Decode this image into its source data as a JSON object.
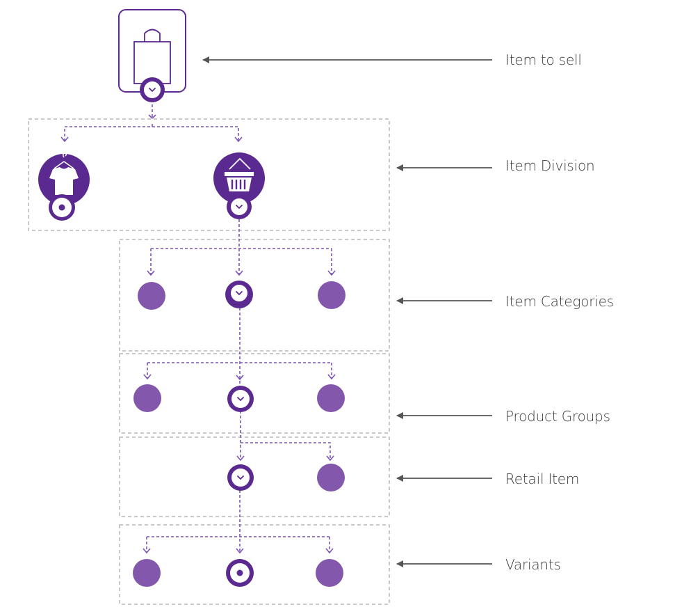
{
  "diagram": {
    "colors": {
      "primary": "#5b2a91",
      "node_fill": "#8257ac",
      "connector": "#7d55b2",
      "box_border": "#b7b7b7",
      "arrow": "#555555",
      "text": "#3a3a3a"
    },
    "levels": [
      {
        "label": "Item to sell"
      },
      {
        "label": "Item Division"
      },
      {
        "label": "Item Categories"
      },
      {
        "label": "Product Groups"
      },
      {
        "label": "Retail Item"
      },
      {
        "label": "Variants"
      }
    ],
    "icons": {
      "item": "shopping-bag-icon",
      "division_apparel": "tshirt-hanger-icon",
      "division_grocery": "basket-icon",
      "expand": "chevron-down-icon",
      "selected": "radio-selected-icon"
    }
  }
}
